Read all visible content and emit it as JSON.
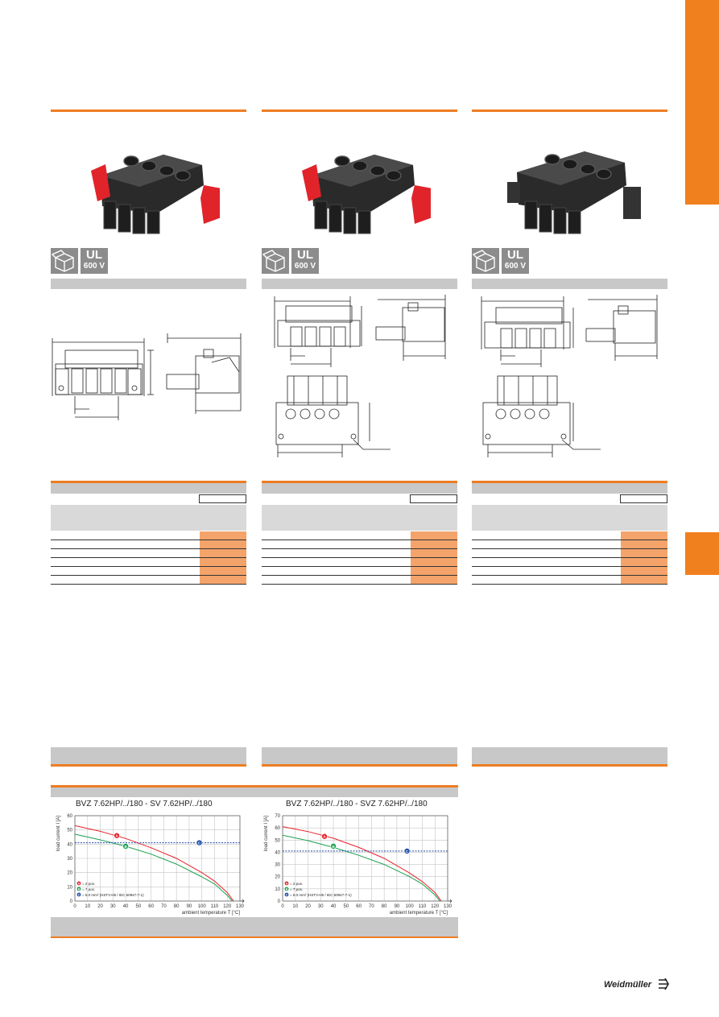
{
  "product_badge": {
    "ul_text": "UL",
    "voltage_text": "600 V"
  },
  "colors": {
    "accent": "#ee7d23",
    "gray": "#c8c8c8",
    "cell_orange": "#f4a46a",
    "red_curve": "#e8232a",
    "green_curve": "#1aa050",
    "blue_line": "#1f4ea8"
  },
  "icons": [
    "package-box-icon",
    "ul-certification-badge"
  ],
  "chart_data": [
    {
      "type": "line",
      "title": "BVZ 7.62HP/../180 - SV 7.62HP/../180",
      "xlabel": "ambient temperature T [°C]",
      "ylabel": "load current I [A]",
      "xlim": [
        0,
        130
      ],
      "ylim": [
        0,
        60
      ],
      "xticks": [
        "0",
        "10",
        "20",
        "30",
        "40",
        "50",
        "60",
        "70",
        "80",
        "90",
        "100",
        "110",
        "120",
        "130"
      ],
      "yticks": [
        "0",
        "10",
        "20",
        "30",
        "40",
        "50",
        "60"
      ],
      "grid": true,
      "legend_position": "bottom-left",
      "series": [
        {
          "name": "= 2 pos.",
          "marker": "A",
          "color": "#e8232a",
          "x": [
            0,
            20,
            40,
            60,
            80,
            100,
            110,
            120,
            125
          ],
          "y": [
            53,
            49,
            44,
            37.5,
            30,
            20,
            14,
            6,
            0
          ]
        },
        {
          "name": "= 7 pos.",
          "marker": "B",
          "color": "#1aa050",
          "x": [
            0,
            20,
            40,
            60,
            80,
            100,
            110,
            120,
            124
          ],
          "y": [
            47,
            43,
            38.5,
            33,
            26,
            17,
            12,
            4,
            0
          ]
        },
        {
          "name": "= 6.0 mm² (HSTV-H5 / IEC 60947-7-1)",
          "marker": "C",
          "color": "#1f4ea8",
          "x": [
            0,
            130
          ],
          "y": [
            41,
            41
          ]
        }
      ],
      "markers": [
        {
          "label": "A",
          "x": 33,
          "y": 46
        },
        {
          "label": "B",
          "x": 40,
          "y": 38.5
        },
        {
          "label": "C",
          "x": 98,
          "y": 41
        }
      ]
    },
    {
      "type": "line",
      "title": "BVZ 7.62HP/../180 - SVZ 7.62HP/../180",
      "xlabel": "ambient temperature T [°C]",
      "ylabel": "load current I [A]",
      "xlim": [
        0,
        130
      ],
      "ylim": [
        0,
        70
      ],
      "xticks": [
        "0",
        "10",
        "20",
        "30",
        "40",
        "50",
        "60",
        "70",
        "80",
        "90",
        "100",
        "110",
        "120",
        "130"
      ],
      "yticks": [
        "0",
        "10",
        "20",
        "30",
        "40",
        "50",
        "60",
        "70"
      ],
      "grid": true,
      "legend_position": "bottom-left",
      "series": [
        {
          "name": "= 2 pos.",
          "marker": "A",
          "color": "#e8232a",
          "x": [
            0,
            20,
            40,
            60,
            80,
            100,
            110,
            120,
            125
          ],
          "y": [
            61,
            57,
            51.5,
            44,
            35,
            23,
            16,
            7,
            0
          ]
        },
        {
          "name": "= 7 pos.",
          "marker": "B",
          "color": "#1aa050",
          "x": [
            0,
            20,
            40,
            60,
            80,
            100,
            110,
            120,
            124
          ],
          "y": [
            54,
            49.5,
            44,
            37.5,
            30,
            20,
            14,
            5,
            0
          ]
        },
        {
          "name": "= 6.0 mm² (HSTV-H5 / IEC 60947-7-1)",
          "marker": "C",
          "color": "#1f4ea8",
          "x": [
            0,
            130
          ],
          "y": [
            41,
            41
          ]
        }
      ],
      "markers": [
        {
          "label": "A",
          "x": 33,
          "y": 53
        },
        {
          "label": "B",
          "x": 40,
          "y": 45
        },
        {
          "label": "C",
          "x": 98,
          "y": 41
        }
      ]
    }
  ]
}
